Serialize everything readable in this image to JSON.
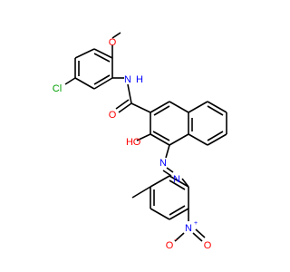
{
  "molecule": {
    "colors": {
      "bond": "#000000",
      "carbon": "#000000",
      "oxygen": "#ff0000",
      "nitrogen": "#0000ff",
      "chlorine": "#00a000"
    },
    "labels": {
      "methoxy_o": "O",
      "amide_nh": "N",
      "amide_h": "H",
      "chloro": "Cl",
      "carbonyl_o": "O",
      "hydroxy_o": "O",
      "hydroxy_h": "H",
      "azo_n1": "N",
      "azo_n2": "N",
      "nitro_n": "N",
      "nitro_n_charge": "+",
      "nitro_o_minus": "O",
      "nitro_o_minus_charge": "−",
      "nitro_o": "O"
    }
  }
}
